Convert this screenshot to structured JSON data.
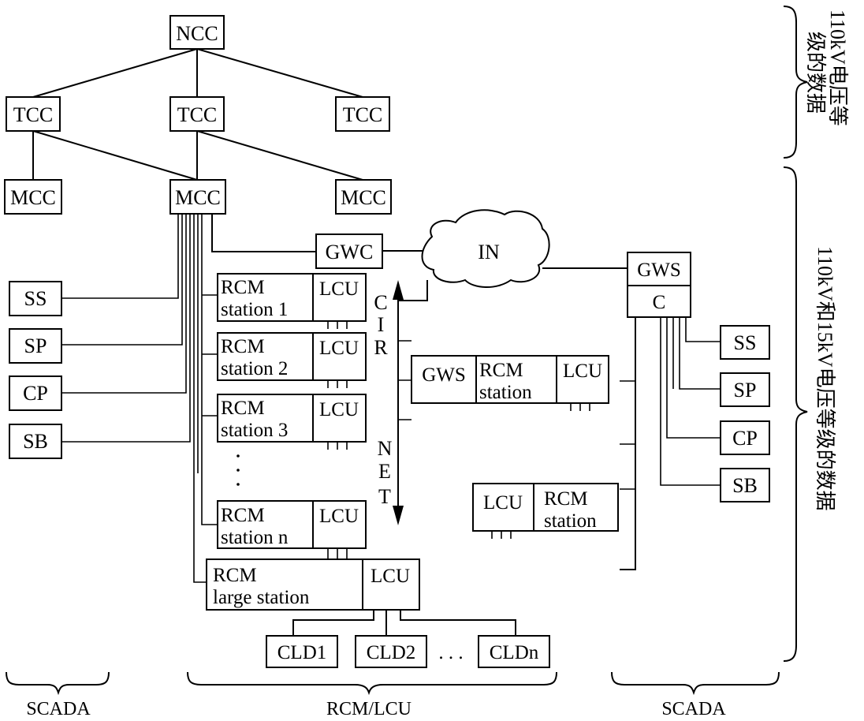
{
  "diagram": {
    "hierarchy": {
      "ncc": "NCC",
      "tcc": [
        "TCC",
        "TCC",
        "TCC"
      ],
      "mcc": [
        "MCC",
        "MCC",
        "MCC"
      ]
    },
    "left_scada": [
      "SS",
      "SP",
      "CP",
      "SB"
    ],
    "gwc": "GWC",
    "in_cloud": "IN",
    "rcm_stations": [
      {
        "line1": "RCM",
        "line2": "station 1",
        "lcu": "LCU"
      },
      {
        "line1": "RCM",
        "line2": "station 2",
        "lcu": "LCU"
      },
      {
        "line1": "RCM",
        "line2": "station 3",
        "lcu": "LCU"
      },
      {
        "line1": "RCM",
        "line2": "station n",
        "lcu": "LCU"
      }
    ],
    "ellipsis_vertical": ". . .",
    "large_station": {
      "line1": "RCM",
      "line2": "large station",
      "lcu": "LCU"
    },
    "cld": [
      "CLD1",
      "CLD2",
      "CLDn"
    ],
    "cld_ellipsis": ". . .",
    "cir_net": {
      "top": [
        "C",
        "I",
        "R"
      ],
      "bottom": [
        "N",
        "E",
        "T"
      ]
    },
    "gws_station": {
      "gws": "GWS",
      "line1": "RCM",
      "line2": "station",
      "lcu": "LCU"
    },
    "lcu_station": {
      "lcu": "LCU",
      "line1": "RCM",
      "line2": "station"
    },
    "right_gws": {
      "top": "GWS",
      "bottom": "C"
    },
    "right_scada": [
      "SS",
      "SP",
      "CP",
      "SB"
    ],
    "side_labels": {
      "top_line1": "110kV电压等",
      "top_line2": "级的数据",
      "bottom": "110kV和15kV电压等级的数据"
    },
    "group_labels": [
      "SCADA",
      "RCM/LCU",
      "SCADA"
    ]
  }
}
